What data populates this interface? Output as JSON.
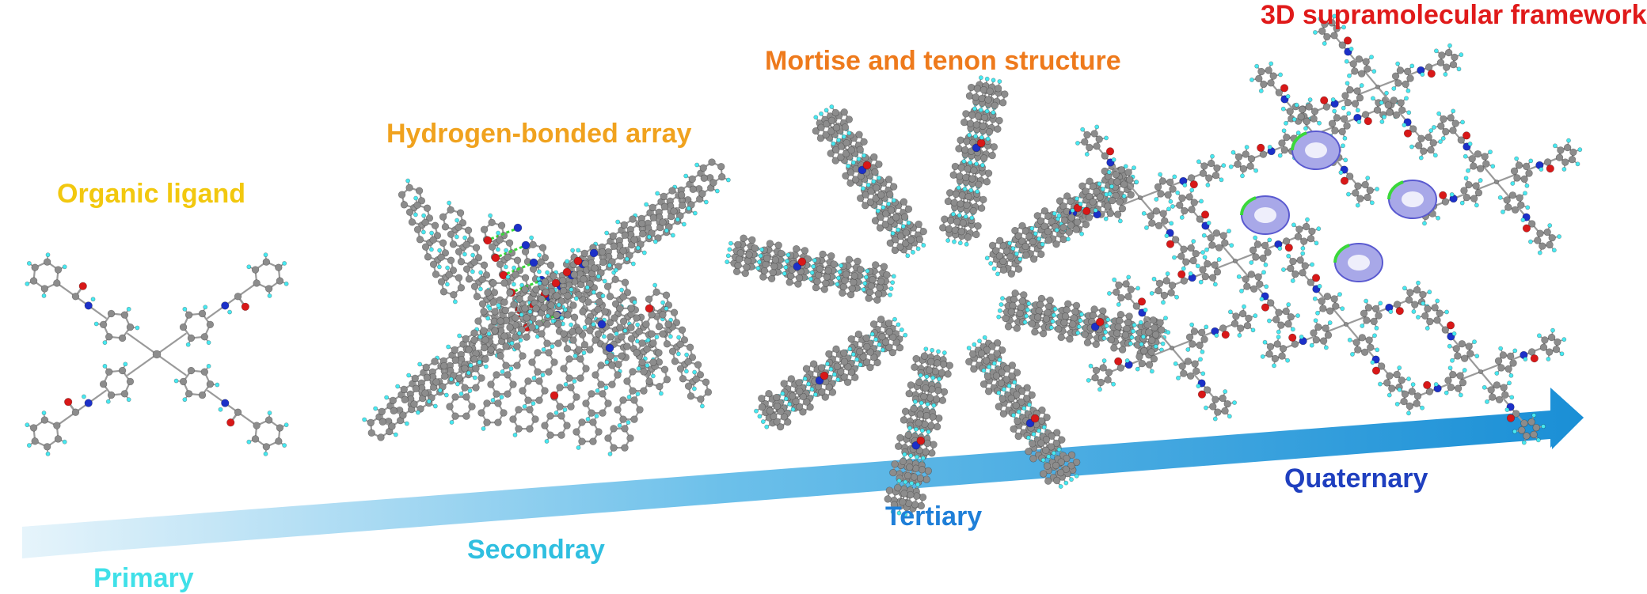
{
  "stages": [
    {
      "id": "organic-ligand",
      "title": "Organic ligand",
      "color": "#f2c80f"
    },
    {
      "id": "hydrogen-bonded-array",
      "title": "Hydrogen-bonded array",
      "color": "#f0a21e"
    },
    {
      "id": "mortise-tenon",
      "title": "Mortise and tenon structure",
      "color": "#ee7a1c"
    },
    {
      "id": "supramolecular-framework",
      "title": "3D supramolecular framework",
      "color": "#e01a1a"
    }
  ],
  "levels": [
    {
      "label": "Primary",
      "color": "#3fe0e8"
    },
    {
      "label": "Secondray",
      "color": "#2fbfe0"
    },
    {
      "label": "Tertiary",
      "color": "#1f7fd8"
    },
    {
      "label": "Quaternary",
      "color": "#1f3fbf"
    }
  ],
  "atom_colors": {
    "carbon": "#8c8c8c",
    "hydrogen": "#48e8f0",
    "nitrogen": "#1c30c8",
    "oxygen": "#d81818",
    "hbond": "#3ad83a",
    "void": "#a8a8e8"
  },
  "arrow": {
    "start_color": "#e6f4fb",
    "end_color": "#1a8fd6"
  }
}
